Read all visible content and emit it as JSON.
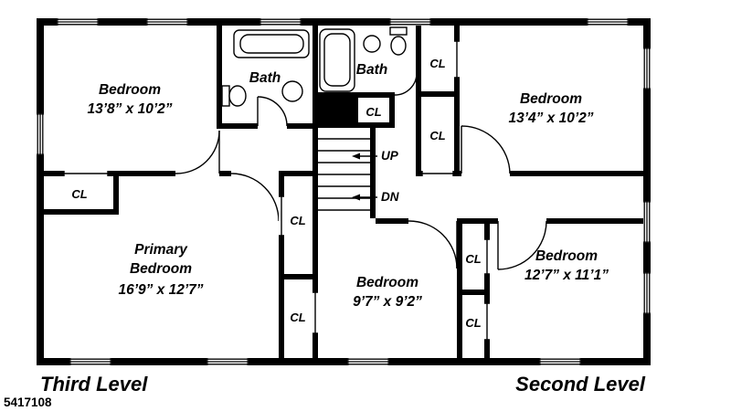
{
  "plan": {
    "rooms": {
      "bedroom_top_left": {
        "name": "Bedroom",
        "dims": "13’8” x 10’2”"
      },
      "bedroom_top_right": {
        "name": "Bedroom",
        "dims": "13’4” x 10’2”"
      },
      "primary_bedroom": {
        "name_line1": "Primary",
        "name_line2": "Bedroom",
        "dims": "16’9” x 12’7”"
      },
      "bedroom_middle": {
        "name": "Bedroom",
        "dims": "9’7” x 9’2”"
      },
      "bedroom_bottom_right": {
        "name": "Bedroom",
        "dims": "12’7” x 11’1”"
      },
      "bath_left": {
        "name": "Bath"
      },
      "bath_right": {
        "name": "Bath"
      }
    },
    "labels": {
      "closet": "CL",
      "stairs_up": "UP",
      "stairs_down": "DN"
    },
    "levels": {
      "left": "Third Level",
      "right": "Second Level"
    },
    "listing_number": "5417108",
    "colors": {
      "wall": "#000000",
      "background": "#ffffff"
    }
  }
}
